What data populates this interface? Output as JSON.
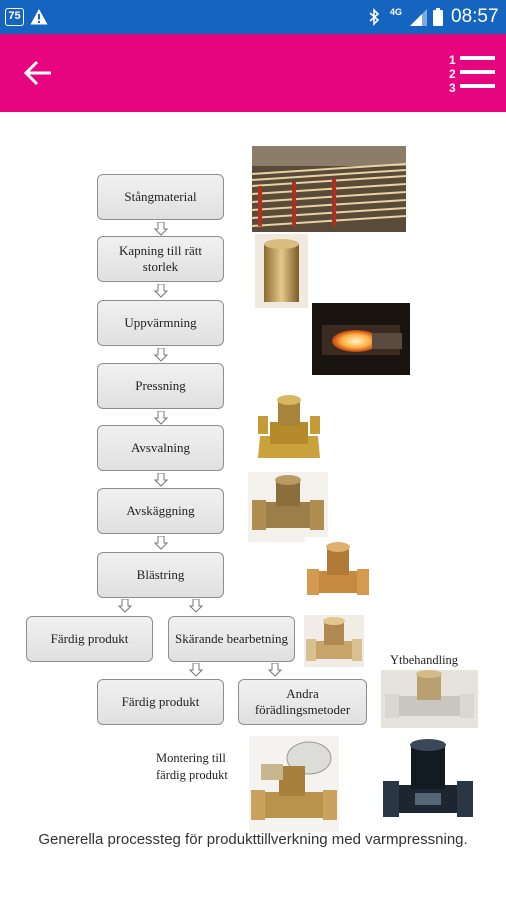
{
  "status_bar": {
    "badge": "75",
    "network": "4G",
    "time": "08:57",
    "icons": [
      "notification-badge-icon",
      "warning-icon",
      "bluetooth-icon",
      "signal-icon",
      "battery-icon"
    ]
  },
  "app_bar": {
    "color": "#e6057f",
    "back_icon": "arrow-left-icon",
    "menu_icon": "numbered-list-icon",
    "menu_digits": [
      "1",
      "2",
      "3"
    ]
  },
  "flowchart": {
    "steps": [
      "Stångmaterial",
      "Kapning till rätt storlek",
      "Uppvärmning",
      "Pressning",
      "Avsvalning",
      "Avskäggning",
      "Blästring"
    ],
    "branch_left": "Färdig produkt",
    "branch_right": "Skärande bearbetning",
    "sub_left": "Färdig produkt",
    "sub_right": "Andra förädlingsmetoder",
    "label_surface": "Ytbehandling",
    "label_assembly": "Montering till färdig produkt"
  },
  "caption": "Generella processteg för produkttillverkning med varmpressning."
}
